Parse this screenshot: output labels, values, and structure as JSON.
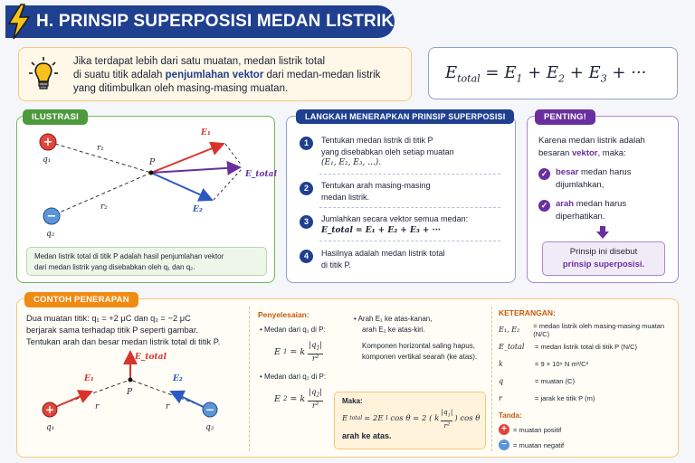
{
  "title": "H. PRINSIP SUPERPOSISI MEDAN LISTRIK",
  "intro": {
    "line1": "Jika terdapat lebih dari satu muatan, medan listrik total",
    "line2_a": "di suatu titik adalah ",
    "line2_b": "penjumlahan vektor",
    "line2_c": " dari medan-medan listrik",
    "line3": "yang ditimbulkan oleh masing-masing muatan."
  },
  "main_formula": "E_total = E1 + E2 + E3 + ···",
  "ilustrasi": {
    "tag": "ILUSTRASI",
    "q1": "q₁",
    "q2": "q₂",
    "r1": "r₁",
    "r2": "r₂",
    "p": "P",
    "e1": "E₁",
    "e2": "E₂",
    "etotal": "E_total",
    "caption1": "Medan listrik total di titik P adalah hasil penjumlahan vektor",
    "caption2": "dari medan listrik yang disebabkan oleh q₁ dan q₂."
  },
  "langkah": {
    "tag": "LANGKAH MENERAPKAN PRINSIP SUPERPOSISI",
    "steps": [
      {
        "n": "1",
        "l1": "Tentukan medan listrik di titik P",
        "l2": "yang disebabkan oleh setiap muatan",
        "l3": "(E₁, E₂, E₃, ...)."
      },
      {
        "n": "2",
        "l1": "Tentukan arah masing-masing",
        "l2": "medan listrik.",
        "l3": ""
      },
      {
        "n": "3",
        "l1": "Jumlahkan secara vektor semua medan:",
        "l2": "E_total = E₁ + E₂ + E₃ + ···",
        "l3": ""
      },
      {
        "n": "4",
        "l1": "Hasilnya adalah medan listrik total",
        "l2": "di titik P.",
        "l3": ""
      }
    ]
  },
  "penting": {
    "tag": "PENTING!",
    "l1": "Karena medan listrik adalah",
    "l2a": "besaran ",
    "l2b": "vektor",
    "l2c": ", maka:",
    "c1a": "besar",
    "c1b": " medan harus",
    "c1c": "dijumlahkan,",
    "c2a": "arah",
    "c2b": " medan harus",
    "c2c": "diperhatikan.",
    "box1": "Prinsip ini disebut",
    "box2": "prinsip superposisi."
  },
  "contoh": {
    "tag": "CONTOH PENERAPAN",
    "l1": "Dua muatan titik: q₁ = +2 μC dan q₂ = −2 μC",
    "l2": "berjarak sama terhadap titik P seperti gambar.",
    "l3": "Tentukan arah dan besar medan listrik total di titik P.",
    "q1": "q₁",
    "q2": "q₂",
    "r": "r",
    "p": "P",
    "e1": "E₁",
    "e2": "E₂",
    "etotal": "E_total"
  },
  "penyelesaian": {
    "title": "Penyelesaian:",
    "b1": "Medan dari q₁ di P:",
    "f1": "E₁ = k |q₁| / r²",
    "b2": "Medan dari q₂ di P:",
    "f2": "E₂ = k |q₂| / r²",
    "b3a": "Arah E₁ ke atas-kanan,",
    "b3b": "arah E₂ ke atas-kiri.",
    "n1": "Komponen horizontal saling hapus,",
    "n2": "komponen vertikal searah (ke atas).",
    "maka": "Maka:",
    "ftotal": "E_total = 2E₁ cos θ = 2 (k |q₁| / r²) cos θ",
    "arah": "arah ke atas."
  },
  "keterangan": {
    "title": "KETERANGAN:",
    "rows": [
      {
        "sym": "E₁, E₂",
        "desc": "= medan listrik oleh masing-masing muatan (N/C)"
      },
      {
        "sym": "E_total",
        "desc": "= medan listrik total di titik P (N/C)"
      },
      {
        "sym": "k",
        "desc": "= 9 × 10⁹ N m²/C²"
      },
      {
        "sym": "q",
        "desc": "= muatan (C)"
      },
      {
        "sym": "r",
        "desc": "= jarak ke titik P (m)"
      }
    ],
    "tanda": "Tanda:",
    "pos": "= muatan positif",
    "neg": "= muatan negatif"
  },
  "colors": {
    "navy": "#1f3f8f",
    "green": "#4c9a3b",
    "orange": "#f08a12",
    "purple": "#6a2f9e",
    "red": "#d9342b",
    "blue": "#2b59c3"
  }
}
